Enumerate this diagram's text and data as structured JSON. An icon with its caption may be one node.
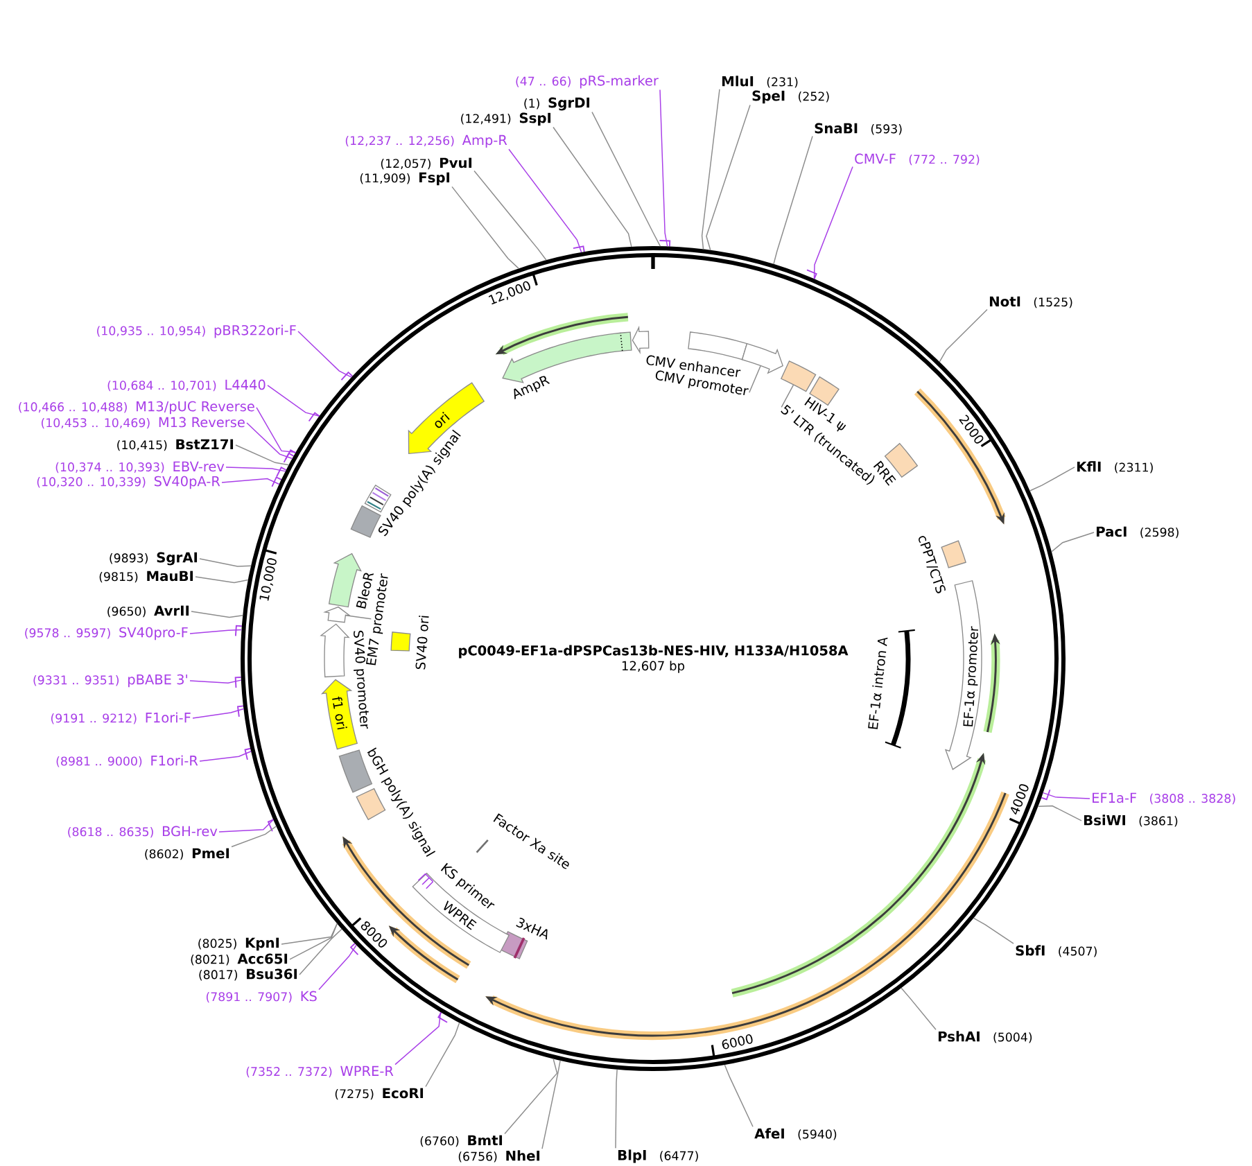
{
  "diagram": {
    "title": "pC0049-EF1a-dPSPCas13b-NES-HIV, H133A/H1058A",
    "nodes": [
      {
        "text": [],
        "shape": "circle"
      },
      {
        "text": [],
        "shape": "box",
        "in": 0,
        "beside": [
          "CMV enhancer"
        ]
      },
      {
        "text": [],
        "shape": "arrow",
        "in": 0
      },
      {
        "text": [],
        "shape": "box",
        "in": 0
      },
      {
        "text": [],
        "shape": "box",
        "in": 0,
        "beside": [
          "HIV-1 ψ"
        ]
      },
      {
        "text": [],
        "shape": "box",
        "in": 0,
        "beside": [
          "RRE"
        ]
      },
      {
        "text": [],
        "shape": "box",
        "in": 0,
        "beside": [
          "cPPT/CTS"
        ]
      },
      {
        "text": [
          "EF-1α promoter"
        ],
        "in": 0
      },
      {
        "text": [
          "EF-1α intron A"
        ],
        "in": 0
      },
      {
        "text": [],
        "shape": "box",
        "in": 0,
        "beside": [
          "3xHA"
        ]
      },
      {
        "text": [
          "WPRE"
        ],
        "in": 0
      },
      {
        "text": [
          "KS primer"
        ],
        "in": 0
      },
      {
        "text": [
          "Factor Xa site"
        ],
        "in": 0
      },
      {
        "text": [],
        "shape": "box",
        "in": 0
      },
      {
        "text": [],
        "shape": "box",
        "in": 0,
        "beside": [
          "bGH poly(A) signal"
        ]
      },
      {
        "text": [
          "f1 ori"
        ],
        "in": 0
      },
      {
        "text": [],
        "shape": "arrow",
        "in": 0,
        "beside": [
          "SV40 promoter"
        ]
      },
      {
        "text": [],
        "shape": "arrow",
        "in": 0
      },
      {
        "text": [],
        "shape": "arrow",
        "in": 0,
        "beside": [
          "BleoR"
        ]
      },
      {
        "text": [],
        "shape": "box",
        "in": 0,
        "beside": [
          "SV40 ori"
        ]
      },
      {
        "text": [],
        "shape": "box",
        "in": 0,
        "beside": [
          "SV40 poly(A) signal"
        ]
      },
      {
        "text": [],
        "shape": "box",
        "in": 0
      },
      {
        "text": [
          "ori"
        ],
        "in": 0
      },
      {
        "text": [],
        "shape": "arrow",
        "in": 0,
        "beside": [
          "AmpR"
        ]
      },
      {
        "text": [],
        "shape": "arrow",
        "in": 0
      },
      {
        "text": [
          "CMV promoter"
        ],
        "in": 0
      },
      {
        "text": [
          "5' LTR (truncated)"
        ],
        "in": 0
      },
      {
        "text": [
          "EM7 promoter"
        ],
        "in": 0
      },
      {
        "text": [
          "(1)",
          "SgrDI"
        ]
      },
      {
        "text": [
          "(47 .. 66)",
          "pRS-marker"
        ]
      },
      {
        "text": [
          "MluI",
          "(231)"
        ]
      },
      {
        "text": [
          "SpeI",
          "(252)"
        ]
      },
      {
        "text": [
          "SnaBI",
          "(593)"
        ]
      },
      {
        "text": [
          "CMV-F",
          "(772 .. 792)"
        ]
      },
      {
        "text": [
          "NotI",
          "(1525)"
        ]
      },
      {
        "text": [
          "KflI",
          "(2311)"
        ]
      },
      {
        "text": [
          "PacI",
          "(2598)"
        ]
      },
      {
        "text": [
          "EF1a-F",
          "(3808 .. 3828)"
        ]
      },
      {
        "text": [
          "BsiWI",
          "(3861)"
        ]
      },
      {
        "text": [
          "SbfI",
          "(4507)"
        ]
      },
      {
        "text": [
          "PshAI",
          "(5004)"
        ]
      },
      {
        "text": [
          "AfeI",
          "(5940)"
        ]
      },
      {
        "text": [
          "BlpI",
          "(6477)"
        ]
      },
      {
        "text": [
          "(6756)",
          "NheI"
        ]
      },
      {
        "text": [
          "(6760)",
          "BmtI"
        ]
      },
      {
        "text": [
          "(7275)",
          "EcoRI"
        ]
      },
      {
        "text": [
          "(7352 .. 7372)",
          "WPRE-R"
        ]
      },
      {
        "text": [
          "(7891 .. 7907)",
          "KS"
        ]
      },
      {
        "text": [
          "(8017)",
          "Bsu36I"
        ]
      },
      {
        "text": [
          "(8021)",
          "Acc65I"
        ]
      },
      {
        "text": [
          "(8025)",
          "KpnI"
        ]
      },
      {
        "text": [
          "(8602)",
          "PmeI"
        ]
      },
      {
        "text": [
          "(8618 .. 8635)",
          "BGH-rev"
        ]
      },
      {
        "text": [
          "(8981 .. 9000)",
          "F1ori-R"
        ]
      },
      {
        "text": [
          "(9191 .. 9212)",
          "F1ori-F"
        ]
      },
      {
        "text": [
          "(9331 .. 9351)",
          "pBABE 3'"
        ]
      },
      {
        "text": [
          "(9578 .. 9597)",
          "SV40pro-F"
        ]
      },
      {
        "text": [
          "(9650)",
          "AvrII"
        ]
      },
      {
        "text": [
          "(9815)",
          "MauBI"
        ]
      },
      {
        "text": [
          "(9893)",
          "SgrAI"
        ]
      },
      {
        "text": [
          "(10,320 .. 10,339)",
          "SV40pA-R"
        ]
      },
      {
        "text": [
          "(10,374 .. 10,393)",
          "EBV-rev"
        ]
      },
      {
        "text": [
          "(10,415)",
          "BstZ17I"
        ]
      },
      {
        "text": [
          "(10,453 .. 10,469)",
          "M13 Reverse"
        ]
      },
      {
        "text": [
          "(10,466 .. 10,488)",
          "M13/pUC Reverse"
        ]
      },
      {
        "text": [
          "(10,684 .. 10,701)",
          "L4440"
        ]
      },
      {
        "text": [
          "(10,935 .. 10,954)",
          "pBR322ori-F"
        ]
      },
      {
        "text": [
          "(11,909)",
          "FspI"
        ]
      },
      {
        "text": [
          "(12,057)",
          "PvuI"
        ]
      },
      {
        "text": [
          "(12,237 .. 12,256)",
          "Amp-R"
        ]
      },
      {
        "text": [
          "(12,491)",
          "SspI"
        ]
      }
    ],
    "edges": [
      {
        "from": 28,
        "to": 0,
        "arrow": "none"
      },
      {
        "from": 29,
        "to": 0,
        "arrow": "none",
        "color": "#a83ee8"
      },
      {
        "from": 30,
        "to": 0,
        "arrow": "none"
      },
      {
        "from": 31,
        "to": 0,
        "arrow": "none"
      },
      {
        "from": 32,
        "to": 0,
        "arrow": "none"
      },
      {
        "from": 33,
        "to": 0,
        "arrow": "none",
        "color": "#a83ee8"
      },
      {
        "from": 34,
        "to": 0,
        "arrow": "none"
      },
      {
        "from": 35,
        "to": 0,
        "arrow": "none"
      },
      {
        "from": 36,
        "to": 0,
        "arrow": "none"
      },
      {
        "from": 37,
        "to": 0,
        "arrow": "none",
        "color": "#a83ee8"
      },
      {
        "from": 38,
        "to": 0,
        "arrow": "none"
      },
      {
        "from": 39,
        "to": 0,
        "arrow": "none"
      },
      {
        "from": 40,
        "to": 0,
        "arrow": "none"
      },
      {
        "from": 41,
        "to": 0,
        "arrow": "none"
      },
      {
        "from": 42,
        "to": 0,
        "arrow": "none"
      },
      {
        "from": 43,
        "to": 0,
        "arrow": "none"
      },
      {
        "from": 44,
        "to": 0,
        "arrow": "none"
      },
      {
        "from": 45,
        "to": 0,
        "arrow": "none"
      },
      {
        "from": 46,
        "to": 0,
        "arrow": "none",
        "color": "#a83ee8"
      },
      {
        "from": 47,
        "to": 0,
        "arrow": "none",
        "color": "#a83ee8"
      },
      {
        "from": 48,
        "to": 0,
        "arrow": "none"
      },
      {
        "from": 49,
        "to": 0,
        "arrow": "none"
      },
      {
        "from": 50,
        "to": 0,
        "arrow": "none"
      },
      {
        "from": 51,
        "to": 0,
        "arrow": "none"
      },
      {
        "from": 52,
        "to": 0,
        "arrow": "none",
        "color": "#a83ee8"
      },
      {
        "from": 53,
        "to": 0,
        "arrow": "none",
        "color": "#a83ee8"
      },
      {
        "from": 54,
        "to": 0,
        "arrow": "none",
        "color": "#a83ee8"
      },
      {
        "from": 55,
        "to": 0,
        "arrow": "none",
        "color": "#a83ee8"
      },
      {
        "from": 56,
        "to": 0,
        "arrow": "none",
        "color": "#a83ee8"
      },
      {
        "from": 57,
        "to": 0,
        "arrow": "none"
      },
      {
        "from": 58,
        "to": 0,
        "arrow": "none"
      },
      {
        "from": 59,
        "to": 0,
        "arrow": "none"
      },
      {
        "from": 60,
        "to": 0,
        "arrow": "none",
        "color": "#a83ee8"
      },
      {
        "from": 61,
        "to": 0,
        "arrow": "none",
        "color": "#a83ee8"
      },
      {
        "from": 62,
        "to": 0,
        "arrow": "none"
      },
      {
        "from": 63,
        "to": 0,
        "arrow": "none",
        "color": "#a83ee8"
      },
      {
        "from": 64,
        "to": 0,
        "arrow": "none",
        "color": "#a83ee8"
      },
      {
        "from": 65,
        "to": 0,
        "arrow": "none",
        "color": "#a83ee8"
      },
      {
        "from": 66,
        "to": 0,
        "arrow": "none",
        "color": "#a83ee8"
      },
      {
        "from": 67,
        "to": 0,
        "arrow": "none"
      },
      {
        "from": 68,
        "to": 0,
        "arrow": "none"
      },
      {
        "from": 69,
        "to": 0,
        "arrow": "none",
        "color": "#a83ee8"
      },
      {
        "from": 70,
        "to": 0,
        "arrow": "none"
      },
      {
        "from": 25,
        "to": 2,
        "arrow": "none"
      },
      {
        "from": 26,
        "to": 3,
        "arrow": "none"
      },
      {
        "from": 27,
        "to": 17,
        "arrow": "none"
      }
    ],
    "labels": [
      "12,607 bp",
      "2000",
      "4000",
      "6000",
      "8000",
      "10,000",
      "12,000"
    ]
  }
}
